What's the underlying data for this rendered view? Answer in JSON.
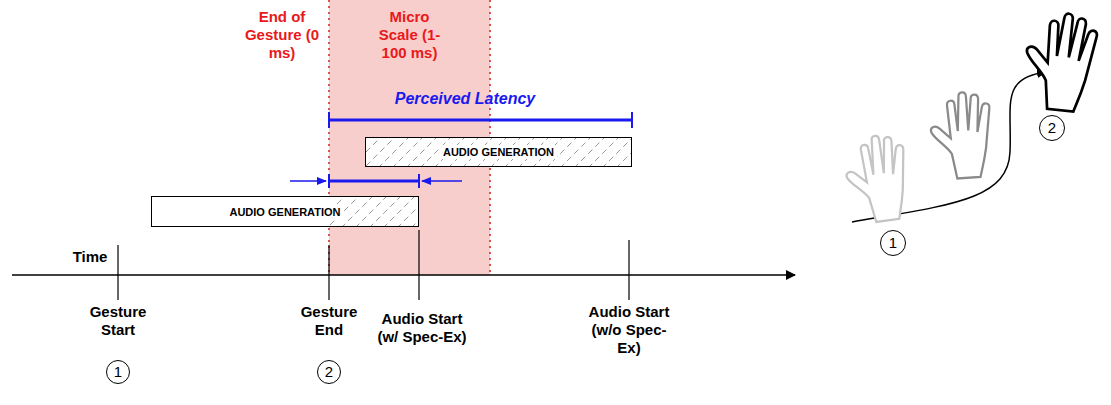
{
  "diagram": {
    "nodes": [
      {
        "text": [
          "Micro Scale (1-100 ms)"
        ]
      },
      {
        "text": [
          "AUDIO GENERATION"
        ]
      },
      {
        "text": [
          "AUDIO GENERATION"
        ]
      },
      {
        "text": [
          "1"
        ]
      },
      {
        "text": [
          "2"
        ]
      },
      {
        "text": [
          "1"
        ]
      },
      {
        "text": [
          "2"
        ]
      }
    ],
    "labels": [
      "End of Gesture (0 ms)",
      "Perceived Latency",
      "Time",
      "Gesture Start",
      "Gesture End",
      "Audio Start (w/ Spec-Ex)",
      "Audio Start (w/o Spec-Ex)"
    ]
  }
}
